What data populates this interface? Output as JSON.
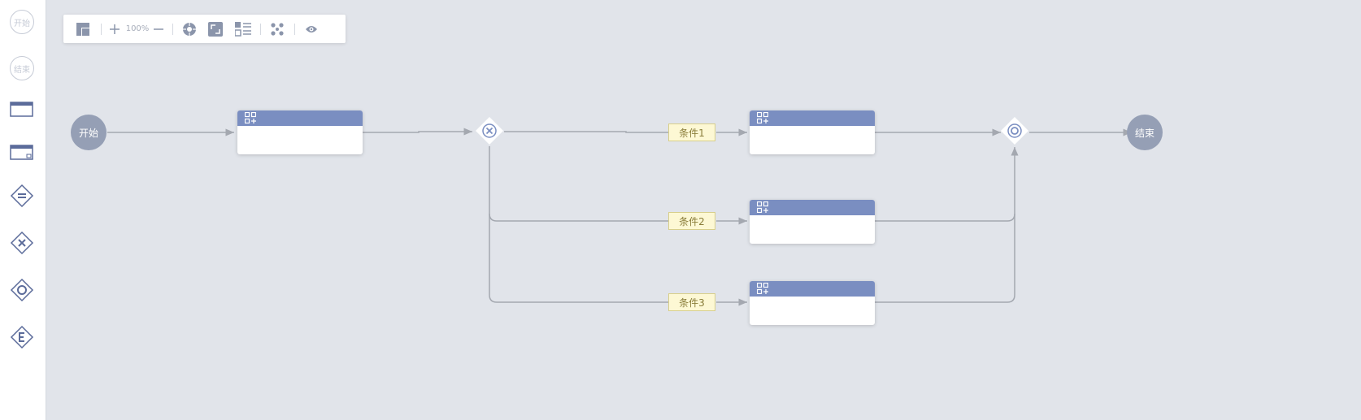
{
  "palette": {
    "start_label": "开始",
    "end_label": "结束",
    "items": [
      "task-icon",
      "subprocess-icon",
      "parallel-gateway-icon",
      "exclusive-gateway-icon",
      "inclusive-gateway-icon",
      "event-gateway-icon"
    ]
  },
  "toolbar": {
    "zoom_level": "100%"
  },
  "diagram": {
    "start_label": "开始",
    "end_label": "结束",
    "conditions": [
      "条件1",
      "条件2",
      "条件3"
    ],
    "colors": {
      "task_header": "#7a8ec1",
      "event_node": "#959fb5",
      "condition_bg": "#fdf8d4",
      "edge": "#a4a8b0"
    }
  }
}
